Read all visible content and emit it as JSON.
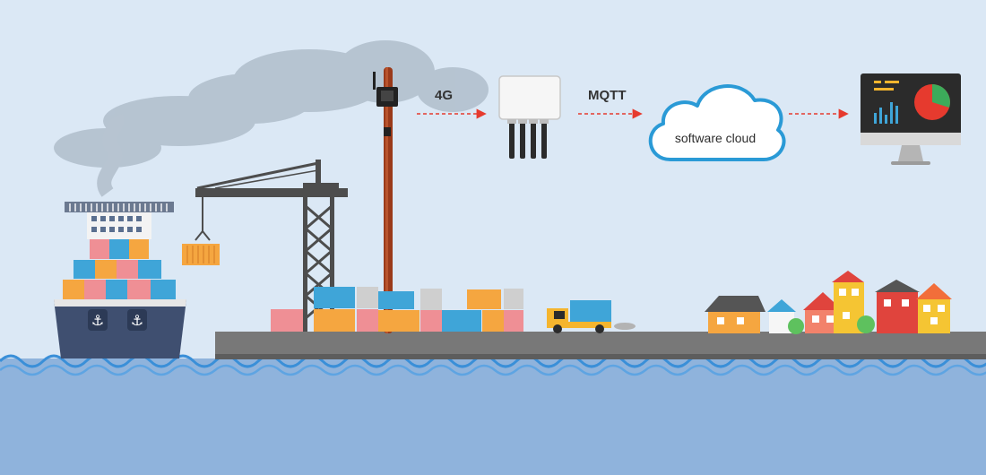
{
  "labels": {
    "link_4g": "4G",
    "link_mqtt": "MQTT",
    "cloud": "software cloud"
  },
  "colors": {
    "sky": "#dbe8f5",
    "sea": "#8fb3dc",
    "dock": "#787878",
    "arrow": "#e63a2e",
    "cloud_stroke": "#2a9ad6",
    "crane": "#4d4d4d",
    "pole": "#9a3a1a",
    "hull": "#3f4f70"
  },
  "icons": {
    "ship": "cargo-ship-icon",
    "crane": "harbor-crane-icon",
    "sensor": "iot-sensor-device-icon",
    "gateway": "lora-gateway-icon",
    "cloud": "cloud-icon",
    "monitor": "dashboard-monitor-icon",
    "truck": "container-truck-icon",
    "houses": "residential-houses-icon"
  }
}
